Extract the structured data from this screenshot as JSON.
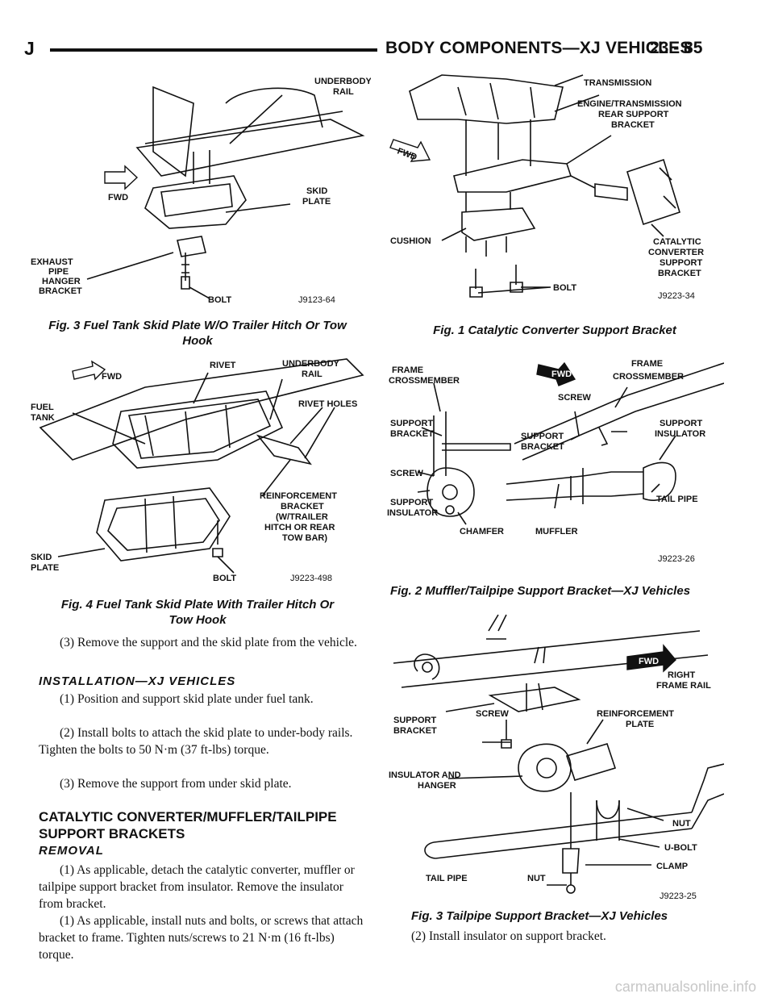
{
  "header": {
    "section_letter": "J",
    "title": "BODY COMPONENTS—XJ VEHICLES",
    "page_number": "23 - 85"
  },
  "figures": {
    "fig3_left": {
      "caption_line1": "Fig. 3 Fuel Tank Skid Plate W/O Trailer Hitch Or Tow",
      "caption_line2": "Hook",
      "code": "J9123-64",
      "labels": {
        "underbody_rail_1": "UNDERBODY",
        "underbody_rail_2": "RAIL",
        "fwd": "FWD",
        "skid_plate_1": "SKID",
        "skid_plate_2": "PLATE",
        "exhaust_1": "EXHAUST",
        "exhaust_2": "PIPE",
        "exhaust_3": "HANGER",
        "exhaust_4": "BRACKET",
        "bolt": "BOLT"
      }
    },
    "fig1_right": {
      "caption": "Fig. 1 Catalytic Converter Support Bracket",
      "code": "J9223-34",
      "labels": {
        "transmission": "TRANSMISSION",
        "ets_1": "ENGINE/TRANSMISSION",
        "ets_2": "REAR SUPPORT",
        "ets_3": "BRACKET",
        "fwd": "FWD",
        "cushion": "CUSHION",
        "cat_1": "CATALYTIC",
        "cat_2": "CONVERTER",
        "cat_3": "SUPPORT",
        "cat_4": "BRACKET",
        "bolt": "BOLT"
      }
    },
    "fig4_left": {
      "caption_line1": "Fig. 4 Fuel Tank Skid Plate With Trailer Hitch Or",
      "caption_line2": "Tow Hook",
      "code": "J9223-498",
      "labels": {
        "fwd": "FWD",
        "rivet": "RIVET",
        "underbody_1": "UNDERBODY",
        "underbody_2": "RAIL",
        "fuel_1": "FUEL",
        "fuel_2": "TANK",
        "rivet_holes": "RIVET HOLES",
        "reinf_1": "REINFORCEMENT",
        "reinf_2": "BRACKET",
        "reinf_3": "(W/TRAILER",
        "reinf_4": "HITCH OR REAR",
        "reinf_5": "TOW BAR)",
        "skid_1": "SKID",
        "skid_2": "PLATE",
        "bolt": "BOLT"
      }
    },
    "fig2_right": {
      "caption": "Fig. 2 Muffler/Tailpipe Support Bracket—XJ Vehicles",
      "code": "J9223-26",
      "labels": {
        "frame_cm_1": "FRAME",
        "frame_cm_2": "CROSSMEMBER",
        "fwd": "FWD",
        "frame_cm_r1": "FRAME",
        "frame_cm_r2": "CROSSMEMBER",
        "screw_r": "SCREW",
        "support_bracket_1": "SUPPORT",
        "support_bracket_2": "BRACKET",
        "support_bracket_r1": "SUPPORT",
        "support_bracket_r2": "BRACKET",
        "support_insulator_r1": "SUPPORT",
        "support_insulator_r2": "INSULATOR",
        "screw_l": "SCREW",
        "support_ins_l1": "SUPPORT",
        "support_ins_l2": "INSULATOR",
        "chamfer": "CHAMFER",
        "tail_pipe": "TAIL PIPE",
        "muffler": "MUFFLER"
      }
    },
    "fig3_right": {
      "caption": "Fig. 3 Tailpipe Support Bracket—XJ Vehicles",
      "code": "J9223-25",
      "labels": {
        "fwd": "FWD",
        "right_rail_1": "RIGHT",
        "right_rail_2": "FRAME RAIL",
        "support_bracket_1": "SUPPORT",
        "support_bracket_2": "BRACKET",
        "screw": "SCREW",
        "reinf_1": "REINFORCEMENT",
        "reinf_2": "PLATE",
        "insulator_1": "INSULATOR AND",
        "insulator_2": "HANGER",
        "nut1": "NUT",
        "ubolt": "U-BOLT",
        "clamp": "CLAMP",
        "tail_pipe": "TAIL PIPE",
        "nut2": "NUT"
      }
    }
  },
  "text": {
    "remove_support": "(3) Remove the support and the skid plate from the vehicle.",
    "install_heading": "INSTALLATION—XJ VEHICLES",
    "install_1": "(1) Position and support skid plate under fuel tank.",
    "install_2": "(2) Install bolts to attach the skid plate to under-body rails. Tighten the bolts to 50 N·m (37 ft-lbs) torque.",
    "install_3": "(3) Remove the support from under skid plate.",
    "section_heading_1": "CATALYTIC CONVERTER/MUFFLER/TAILPIPE",
    "section_heading_2": "SUPPORT BRACKETS",
    "removal_heading": "REMOVAL",
    "removal_1": "(1) As applicable, detach the catalytic converter, muffler or tailpipe support bracket from insulator. Remove the insulator from bracket.",
    "removal_2": "(1) As applicable, install nuts and bolts, or screws that attach bracket to frame. Tighten nuts/screws to 21 N·m (16 ft-lbs) torque.",
    "install_insulator": "(2) Install insulator on support bracket."
  },
  "watermark": "carmanualsonline.info"
}
